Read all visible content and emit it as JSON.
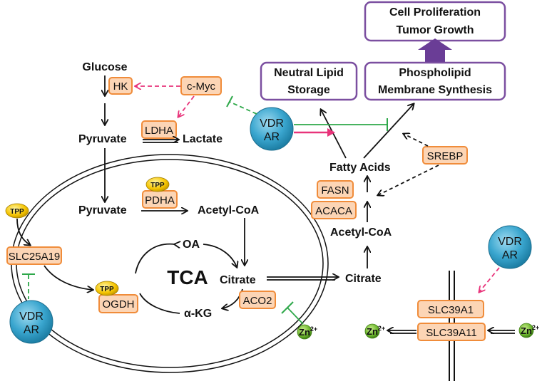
{
  "metabolites": {
    "glucose": "Glucose",
    "pyruvate_top": "Pyruvate",
    "lactate": "Lactate",
    "pyruvate_mito": "Pyruvate",
    "acetyl_coa_mito": "Acetyl-CoA",
    "oa": "OA",
    "tca": "TCA",
    "citrate_mito": "Citrate",
    "akg": "α-KG",
    "citrate_cyto": "Citrate",
    "acetyl_coa_cyto": "Acetyl-CoA",
    "fatty_acids": "Fatty Acids"
  },
  "enzymes": {
    "hk": "HK",
    "cmyc": "c-Myc",
    "ldha": "LDHA",
    "pdha": "PDHA",
    "slc25a19": "SLC25A19",
    "ogdh": "OGDH",
    "aco2": "ACO2",
    "fasn": "FASN",
    "acaca": "ACACA",
    "srebp": "SREBP",
    "slc39a1": "SLC39A1",
    "slc39a11": "SLC39A11"
  },
  "cofactors": {
    "tpp_pdha": "TPP",
    "tpp_left": "TPP",
    "tpp_ogdh": "TPP"
  },
  "regulators": {
    "vdr_main_line1": "VDR",
    "vdr_main_line2": "AR",
    "vdr_left_line1": "VDR",
    "vdr_left_line2": "AR",
    "vdr_right_line1": "VDR",
    "vdr_right_line2": "AR"
  },
  "zinc": {
    "zn_mito": "Zn",
    "zn_left": "Zn",
    "zn_right": "Zn",
    "charge": "2+"
  },
  "outcomes": {
    "cell_line1": "Cell Proliferation",
    "cell_line2": "Tumor Growth",
    "neutral_line1": "Neutral Lipid",
    "neutral_line2": "Storage",
    "phospho_line1": "Phospholipid",
    "phospho_line2": "Membrane Synthesis"
  },
  "colors": {
    "enzyme_fill": "#fcd5b5",
    "enzyme_border": "#f08c3a",
    "outcome_border": "#7b4fa0",
    "activation_pink": "#e8337a",
    "inhibition_green": "#2ea84a",
    "regulator_blue": "#3aa6cf",
    "cofactor_yellow": "#f5c400",
    "zinc_green": "#6cb52d"
  }
}
